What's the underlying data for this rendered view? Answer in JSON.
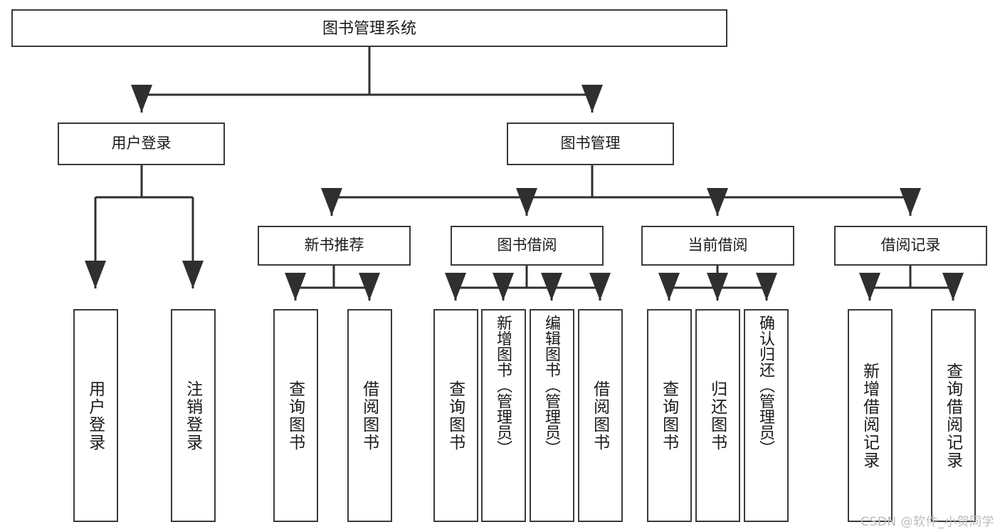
{
  "diagram": {
    "title": "图书管理系统",
    "type": "tree",
    "root": {
      "label": "图书管理系统"
    },
    "level2": [
      {
        "label": "用户登录"
      },
      {
        "label": "图书管理"
      }
    ],
    "level3": [
      {
        "label": "新书推荐"
      },
      {
        "label": "图书借阅"
      },
      {
        "label": "当前借阅"
      },
      {
        "label": "借阅记录"
      }
    ],
    "leaves": {
      "user_login": [
        {
          "label": "用户登录"
        },
        {
          "label": "注销登录"
        }
      ],
      "new_book_recommend": [
        {
          "label": "查询图书"
        },
        {
          "label": "借阅图书"
        }
      ],
      "book_borrow": [
        {
          "label": "查询图书"
        },
        {
          "label": "新增图书（管理员）"
        },
        {
          "label": "编辑图书（管理员）"
        },
        {
          "label": "借阅图书"
        }
      ],
      "current_borrow": [
        {
          "label": "查询图书"
        },
        {
          "label": "归还图书"
        },
        {
          "label": "确认归还（管理员）"
        }
      ],
      "borrow_record": [
        {
          "label": "新增借阅记录"
        },
        {
          "label": "查询借阅记录"
        }
      ]
    }
  },
  "watermark": {
    "text": "CSDN @软件_小贺同学"
  },
  "colors": {
    "stroke": "#3a3a3a",
    "background": "#ffffff",
    "text": "#1a1a1a",
    "watermark": "#b9bcc2"
  }
}
